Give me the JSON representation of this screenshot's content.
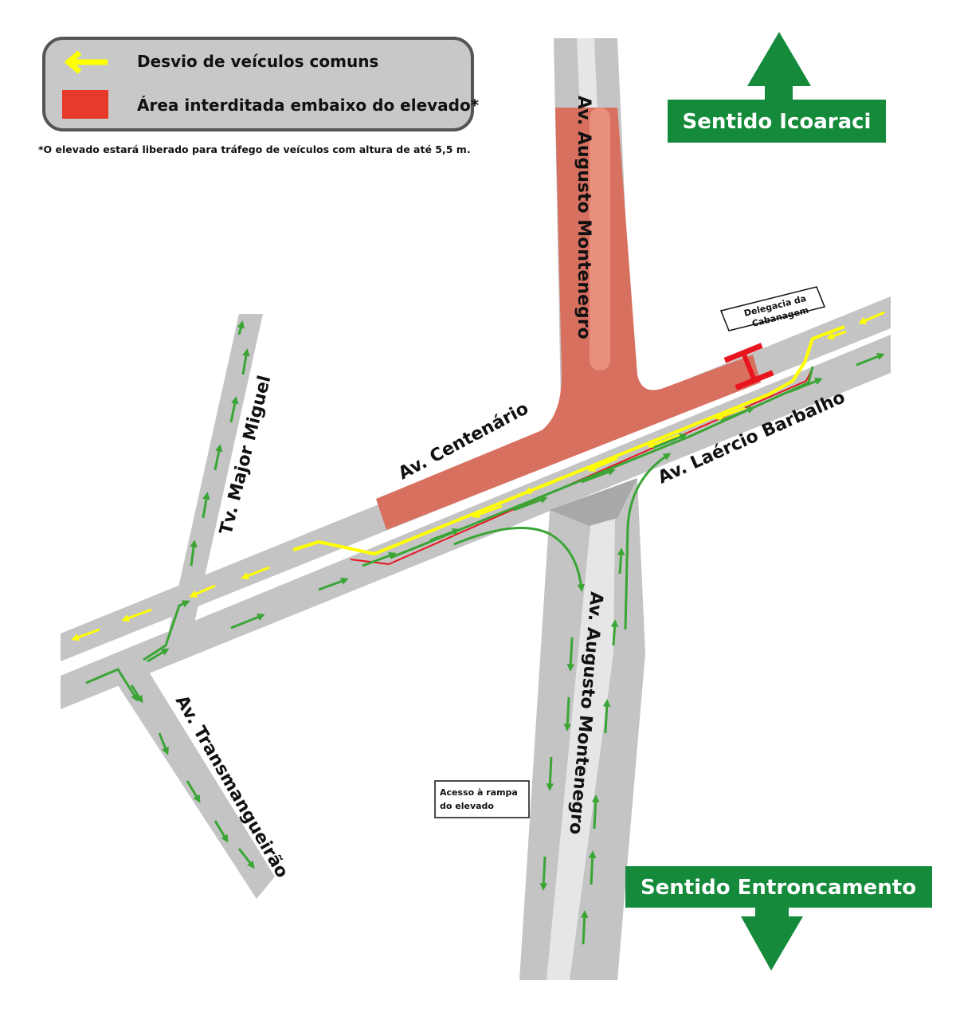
{
  "legend": {
    "detour_label": "Desvio de veículos comuns",
    "closed_label": "Área interditada embaixo do elevado*",
    "footnote": "*O elevado estará liberado para tráfego de veículos com altura de até 5,5 m."
  },
  "directions": {
    "north": "Sentido Icoaraci",
    "south": "Sentido Entroncamento"
  },
  "streets": {
    "augusto_north": "Av. Augusto Montenegro",
    "augusto_south": "Av. Augusto Montenegro",
    "centenario": "Av. Centenário",
    "laercio": "Av. Laércio Barbalho",
    "major_miguel": "Tv. Major Miguel",
    "transmangueirao": "Av. Transmangueirão"
  },
  "places": {
    "delegacia_line1": "Delegacia da",
    "delegacia_line2": "Cabanagem",
    "ramp_line1": "Acesso à rampa",
    "ramp_line2": "do elevado"
  },
  "colors": {
    "road": "#c4c4c4",
    "road_light": "#e6e6e6",
    "closed": "#d87060",
    "closed_light": "#e8907c",
    "legend_closed": "#e83a2a",
    "detour": "#ffff00",
    "green_arrow": "#3aa535",
    "sign_green": "#148a3a",
    "barrier": "#e8141e"
  }
}
